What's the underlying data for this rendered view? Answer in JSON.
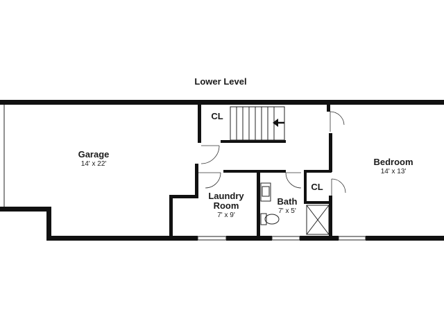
{
  "title": "Lower Level",
  "rooms": {
    "garage": {
      "name": "Garage",
      "dims": "14' x 22'"
    },
    "bedroom": {
      "name": "Bedroom",
      "dims": "14' x 13'"
    },
    "laundry": {
      "name_line1": "Laundry",
      "name_line2": "Room",
      "dims": "7' x 9'"
    },
    "bath": {
      "name": "Bath",
      "dims": "7' x 5'"
    },
    "closet_upper": {
      "name": "CL"
    },
    "closet_lower": {
      "name": "CL"
    }
  },
  "icons": {
    "stairs": "stairs-icon",
    "direction": "left-arrow-icon",
    "toilet": "toilet-icon",
    "sink": "sink-icon",
    "shower": "shower-icon",
    "door_swing": "door-swing-icon",
    "window": "window-icon"
  },
  "colors": {
    "walls": "#111111",
    "background": "#ffffff"
  }
}
